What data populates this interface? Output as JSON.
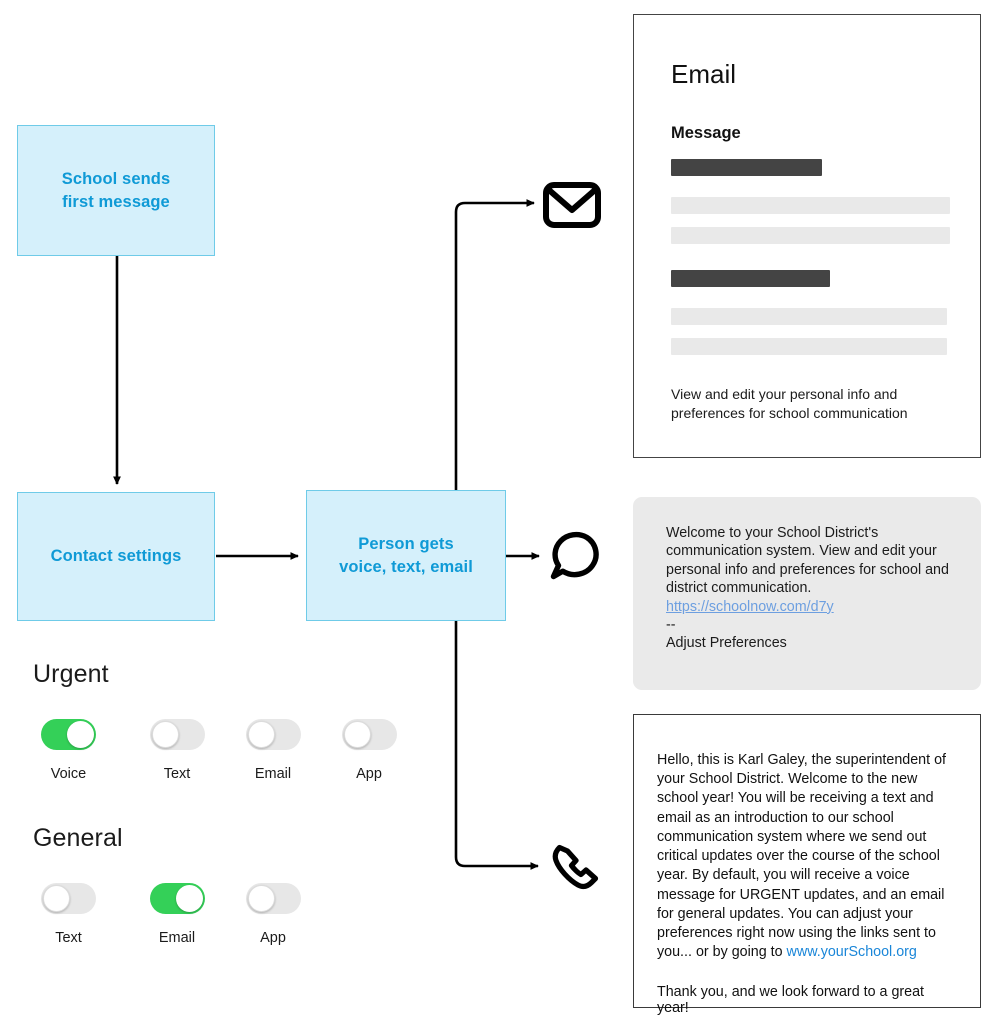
{
  "flow": {
    "boxes": [
      {
        "id": "school",
        "label": "School sends\nfirst message"
      },
      {
        "id": "contact",
        "label": "Contact settings"
      },
      {
        "id": "person",
        "label": "Person gets\nvoice, text, email"
      }
    ],
    "box_fill": "#d5f0fb",
    "box_border": "#6fcbe8",
    "box_text_color": "#0f9ad6",
    "connector_color": "#000000",
    "channel_icons": [
      {
        "id": "email",
        "icon": "envelope-icon"
      },
      {
        "id": "sms",
        "icon": "speech-bubble-icon"
      },
      {
        "id": "voice",
        "icon": "phone-handset-icon"
      }
    ]
  },
  "preferences": {
    "urgent": {
      "title": "Urgent",
      "toggles": [
        {
          "label": "Voice",
          "state": "on"
        },
        {
          "label": "Text",
          "state": "off"
        },
        {
          "label": "Email",
          "state": "off"
        },
        {
          "label": "App",
          "state": "off"
        }
      ]
    },
    "general": {
      "title": "General",
      "toggles": [
        {
          "label": "Text",
          "state": "off"
        },
        {
          "label": "Email",
          "state": "on"
        },
        {
          "label": "App",
          "state": "off"
        }
      ]
    },
    "on_color": "#34d058",
    "off_color": "#e7e7e7"
  },
  "email_panel": {
    "title": "Email",
    "subtitle": "Message",
    "skeleton_rows": [
      {
        "tone": "dark",
        "width": "54%"
      },
      {
        "tone": "light",
        "width": "100%"
      },
      {
        "tone": "light",
        "width": "100%"
      },
      {
        "tone": "dark",
        "width": "57%"
      },
      {
        "tone": "light",
        "width": "99%"
      },
      {
        "tone": "light",
        "width": "99%"
      }
    ],
    "caption": "View and edit your personal info and preferences for school communication"
  },
  "sms_panel": {
    "body": "Welcome to your School District's communication system. View and edit your personal info and preferences for school and district communication.",
    "link": "https://schoolnow.com/d7y",
    "separator": "--",
    "footer": "Adjust Preferences",
    "link_color": "#6d9fe0",
    "background": "#eaeaea"
  },
  "voice_panel": {
    "body_before_link": "Hello, this is Karl Galey, the superintendent of your School District. Welcome to the new school year! You will be receiving a text and email as an introduction to our school communication system where we send out critical updates over the course of the school year. By default, you will receive a voice message for URGENT updates, and an email for general updates. You can adjust your preferences right now using the links sent to you... or by going to ",
    "link": "www.yourSchool.org",
    "closing": "Thank you, and we look forward to a great year!",
    "link_color": "#1a86d8"
  }
}
